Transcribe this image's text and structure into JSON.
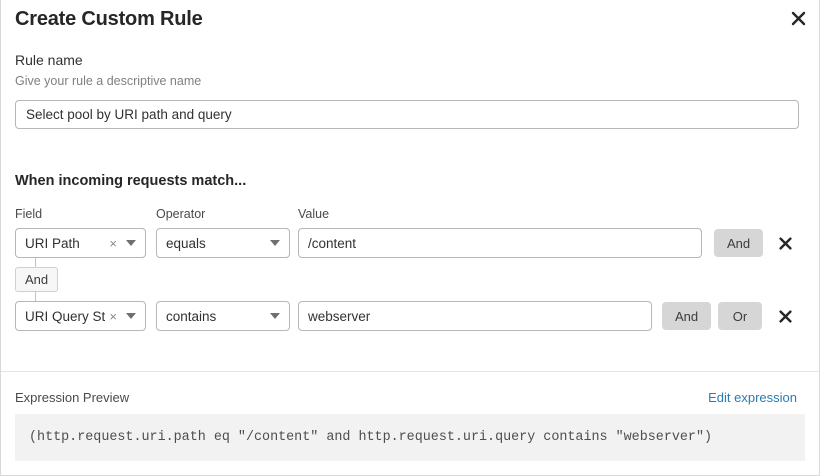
{
  "dialog": {
    "title": "Create Custom Rule",
    "close_icon": "close-icon"
  },
  "rule_name": {
    "label": "Rule name",
    "help": "Give your rule a descriptive name",
    "value": "Select pool by URI path and query",
    "placeholder": "Select pool by URI path and query"
  },
  "match": {
    "heading": "When incoming requests match...",
    "columns": {
      "field": "Field",
      "operator": "Operator",
      "value": "Value"
    },
    "connector": {
      "label": "And"
    },
    "rows": [
      {
        "field": "URI Path",
        "field_clear": "×",
        "operator": "equals",
        "value": "/content",
        "buttons": [
          "And"
        ],
        "remove": "remove-icon"
      },
      {
        "field": "URI Query St...",
        "field_clear": "×",
        "operator": "contains",
        "value": "webserver",
        "buttons": [
          "And",
          "Or"
        ],
        "remove": "remove-icon"
      }
    ]
  },
  "expression": {
    "label": "Expression Preview",
    "edit_link": "Edit expression",
    "text": "(http.request.uri.path eq \"/content\" and http.request.uri.query contains \"webserver\")"
  },
  "colors": {
    "accent_link": "#2c7cb0",
    "button_grey": "#d6d6d6",
    "expr_bg": "#f2f2f2",
    "border": "#b7b7b7"
  }
}
